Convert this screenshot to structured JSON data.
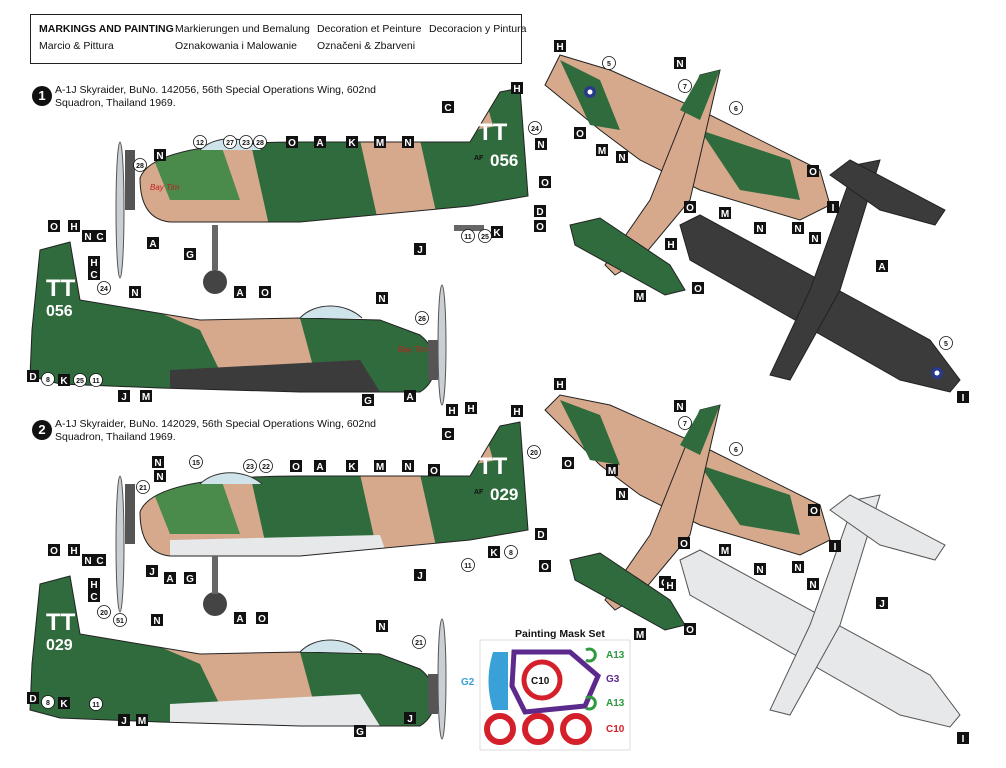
{
  "header": {
    "row1": [
      "MARKINGS AND PAINTING",
      "Markierungen und Bemalung",
      "Decoration et Peinture",
      "Decoracion y Pintura"
    ],
    "row2": [
      "Marcio & Pittura",
      "Oznakowania i Malowanie",
      "Označeni & Zbarveni"
    ]
  },
  "schemes": [
    {
      "number": "1",
      "title": "A-1J Skyraider, BuNo. 142056, 56th Special Operations Wing, 602nd Squadron, Thailand 1969.",
      "tail_code": "TT",
      "serial": "056",
      "fuselage_code": "TT",
      "fuselage_serial": "056",
      "af_text": "AF",
      "nose_art": "Bay Tim"
    },
    {
      "number": "2",
      "title": "A-1J Skyraider, BuNo. 142029, 56th Special Operations Wing, 602nd Squadron, Thailand 1969.",
      "tail_code": "TT",
      "serial": "029",
      "fuselage_code": "TT",
      "fuselage_serial": "029",
      "af_text": "AF"
    }
  ],
  "colors": {
    "tan": "#d6a98c",
    "dark_green": "#2f6b3d",
    "green": "#4a8a4a",
    "underside_dark": "#3b3b3b",
    "underside_light": "#e6e8ea",
    "mask_purple": "#5b2a8c",
    "mask_red": "#d4202a",
    "mask_blue": "#3aa0d8",
    "label_green": "#2f9a3f"
  },
  "callouts": {
    "s1_side_upper": [
      "12",
      "27",
      "23",
      "28",
      "O",
      "A",
      "K",
      "M",
      "N",
      "H",
      "C",
      "24",
      "N",
      "O",
      "D",
      "K",
      "25",
      "11",
      "J",
      "G",
      "A",
      "N",
      "28"
    ],
    "s1_side_lower": [
      "O",
      "H",
      "N",
      "C",
      "H",
      "C",
      "24",
      "N",
      "A",
      "O",
      "N",
      "26",
      "D",
      "8",
      "K",
      "25",
      "11",
      "J",
      "M",
      "G",
      "A"
    ],
    "s1_top": [
      "H",
      "5",
      "N",
      "7",
      "6",
      "O",
      "M",
      "N",
      "O",
      "N",
      "O",
      "M",
      "N",
      "N",
      "O",
      "H",
      "M",
      "O"
    ],
    "s1_bottom": [
      "A",
      "H",
      "5",
      "I",
      "I"
    ],
    "s2_side_upper": [
      "15",
      "23",
      "22",
      "O",
      "A",
      "K",
      "M",
      "N",
      "O",
      "H",
      "C",
      "20",
      "N",
      "21",
      "D",
      "K",
      "8",
      "11",
      "J",
      "G",
      "A",
      "J",
      "N",
      "H"
    ],
    "s2_side_lower": [
      "O",
      "H",
      "N",
      "C",
      "H",
      "C",
      "20",
      "51",
      "N",
      "A",
      "O",
      "N",
      "21",
      "D",
      "8",
      "K",
      "11",
      "J",
      "M",
      "G",
      "J"
    ],
    "s2_top": [
      "H",
      "N",
      "7",
      "6",
      "H",
      "O",
      "M",
      "N",
      "O",
      "O",
      "I",
      "N",
      "O",
      "M",
      "N",
      "N",
      "O",
      "M",
      "O"
    ],
    "s2_bottom": [
      "H",
      "J",
      "I"
    ]
  },
  "mask_set": {
    "title": "Painting Mask Set",
    "labels": [
      "A13",
      "G2",
      "C10",
      "G3",
      "A13",
      "C10"
    ]
  }
}
